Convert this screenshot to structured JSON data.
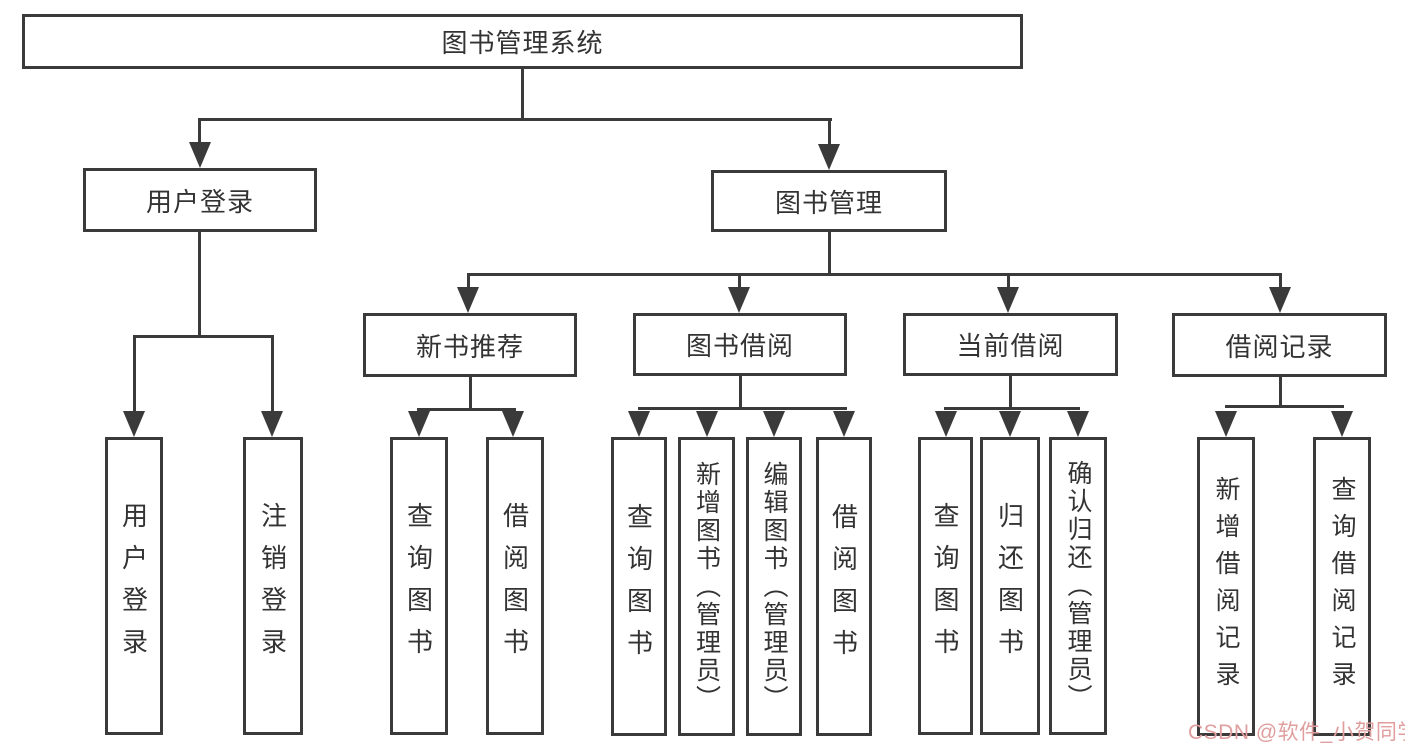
{
  "diagram": {
    "root": {
      "label": "图书管理系统"
    },
    "level1": [
      {
        "label": "用户登录"
      },
      {
        "label": "图书管理"
      }
    ],
    "level2": [
      {
        "label": "新书推荐"
      },
      {
        "label": "图书借阅"
      },
      {
        "label": "当前借阅"
      },
      {
        "label": "借阅记录"
      }
    ],
    "leaves": [
      {
        "label": "用户登录"
      },
      {
        "label": "注销登录"
      },
      {
        "label": "查询图书"
      },
      {
        "label": "借阅图书"
      },
      {
        "label": "查询图书"
      },
      {
        "label": "新增图书（管理员）"
      },
      {
        "label": "编辑图书（管理员）"
      },
      {
        "label": "借阅图书"
      },
      {
        "label": "查询图书"
      },
      {
        "label": "归还图书"
      },
      {
        "label": "确认归还（管理员）"
      },
      {
        "label": "新增借阅记录"
      },
      {
        "label": "查询借阅记录"
      }
    ]
  },
  "watermark": {
    "text": "CSDN @软件_小贺同学"
  },
  "colors": {
    "border": "#3a3a3a",
    "text": "#333333",
    "watermark": "#e09e9e",
    "background": "#ffffff"
  }
}
